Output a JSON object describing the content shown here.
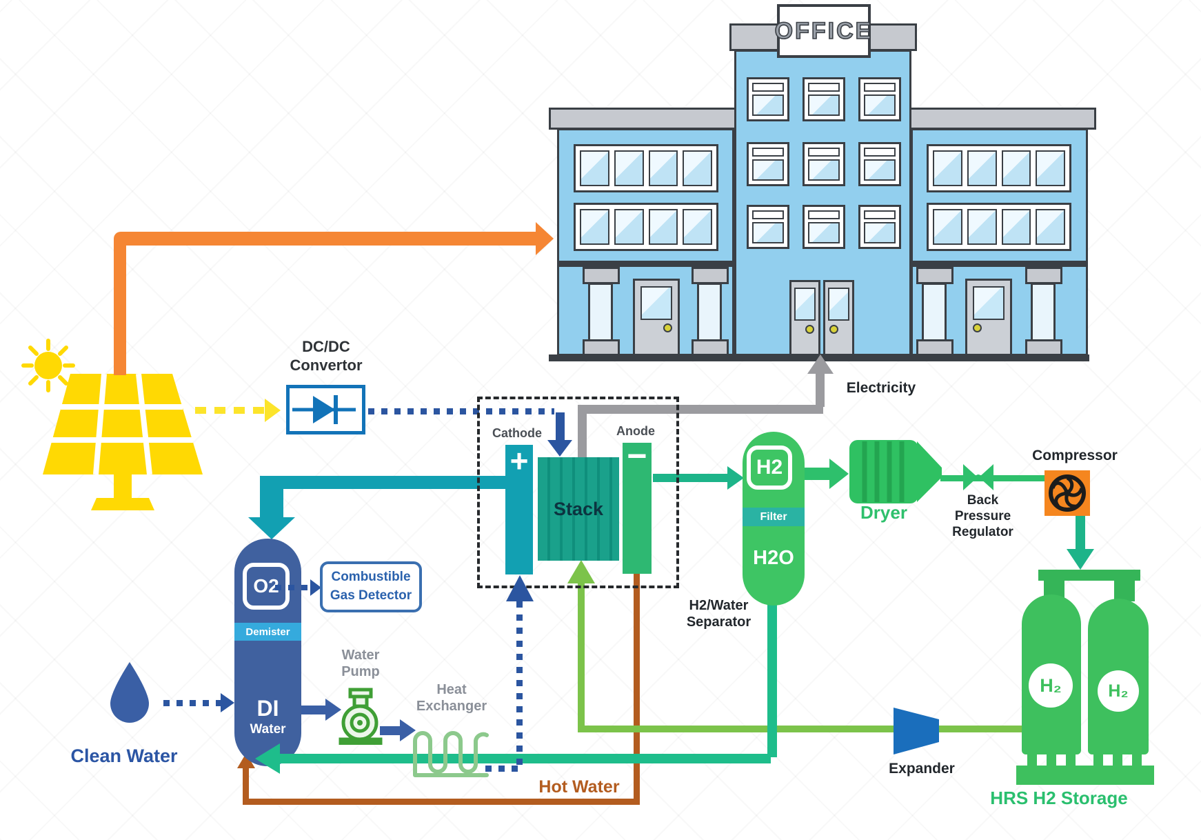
{
  "building": {
    "sign": "OFFICE"
  },
  "labels": {
    "electricity": "Electricity",
    "dcdc_line1": "DC/DC",
    "dcdc_line2": "Convertor",
    "cathode": "Cathode",
    "anode": "Anode",
    "cathode_sign": "+",
    "anode_sign": "−",
    "stack": "Stack",
    "o2_badge": "O2",
    "demister": "Demister",
    "di_line1": "DI",
    "di_line2": "Water",
    "gas_line1": "Combustible",
    "gas_line2": "Gas Detector",
    "clean_water": "Clean Water",
    "pump_line1": "Water",
    "pump_line2": "Pump",
    "hx_line1": "Heat",
    "hx_line2": "Exchanger",
    "hot_water": "Hot Water",
    "h2_badge": "H2",
    "filter": "Filter",
    "h2o": "H2O",
    "sep_line1": "H2/Water",
    "sep_line2": "Separator",
    "dryer": "Dryer",
    "bpr_line1": "Back",
    "bpr_line2": "Pressure",
    "bpr_line3": "Regulator",
    "compressor": "Compressor",
    "expander": "Expander",
    "tank1": "H₂",
    "tank2": "H₂",
    "storage": "HRS H2 Storage"
  },
  "icons": {
    "sun": "sun-icon",
    "solar_panel": "solar-panel-icon",
    "diode": "diode-icon",
    "water_droplet": "water-droplet-icon",
    "pump": "pump-icon",
    "coil": "heat-exchanger-coil-icon",
    "valve": "valve-icon",
    "fan": "compressor-fan-icon",
    "nozzle": "expander-nozzle-icon"
  },
  "colors": {
    "solar_yellow": "#FFD903",
    "orange_arrow": "#F58634",
    "dc_blue": "#1273B8",
    "dotted_blue": "#2B55A0",
    "cathode_teal": "#12A0B2",
    "stack_teal": "#1AA18B",
    "anode_green": "#2EB872",
    "separator_green": "#3EC564",
    "filter_teal": "#2AB3A3",
    "flow_green": "#2EC06C",
    "return_teal": "#1EBD8B",
    "light_green": "#7CC34A",
    "hot_water_brown": "#B35C1F",
    "water_blue": "#3A5FA5",
    "di_column_blue": "#40619F",
    "demister_blue": "#35AADD",
    "compressor_orange": "#F5861F",
    "expander_blue": "#1A6EBC",
    "electricity_gray": "#9B9B9F",
    "building_blue": "#92CFEE"
  }
}
